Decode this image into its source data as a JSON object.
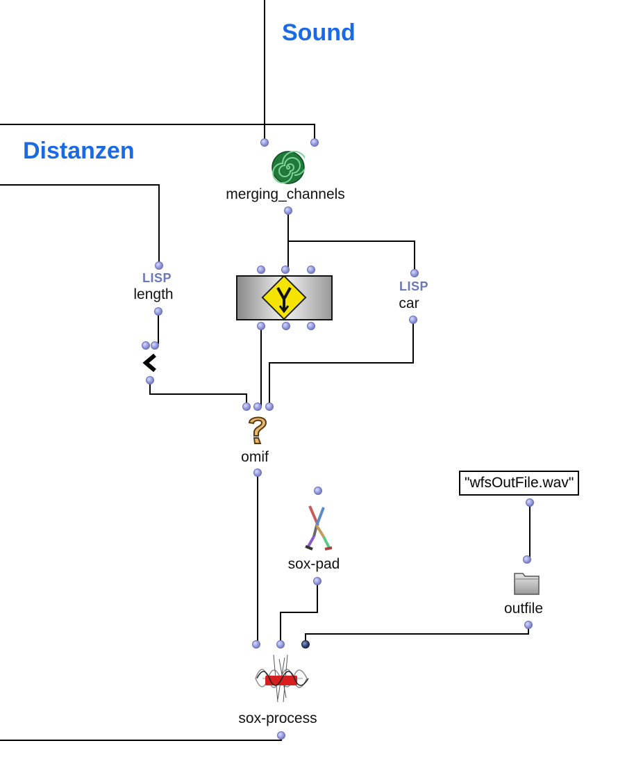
{
  "comments": {
    "sound": "Sound",
    "distanzen": "Distanzen"
  },
  "boxes": {
    "merging_channels": {
      "label": "merging_channels",
      "icon": "spiral-icon"
    },
    "length": {
      "label": "length",
      "tag": "LISP"
    },
    "car": {
      "label": "car",
      "tag": "LISP"
    },
    "split": {
      "icon": "merge-sign-icon"
    },
    "less": {
      "icon": "less-than-icon"
    },
    "omif": {
      "label": "omif",
      "icon": "question-mark-icon"
    },
    "sox_pad": {
      "label": "sox-pad",
      "icon": "sox-pad-icon"
    },
    "outfile_value": {
      "text": "\"wfsOutFile.wav\""
    },
    "outfile": {
      "label": "outfile",
      "icon": "folder-icon"
    },
    "sox_process": {
      "label": "sox-process",
      "icon": "waveform-icon"
    }
  },
  "colors": {
    "comment": "#1a6ae6",
    "port": "#9a9fe0",
    "wire": "#000000"
  }
}
